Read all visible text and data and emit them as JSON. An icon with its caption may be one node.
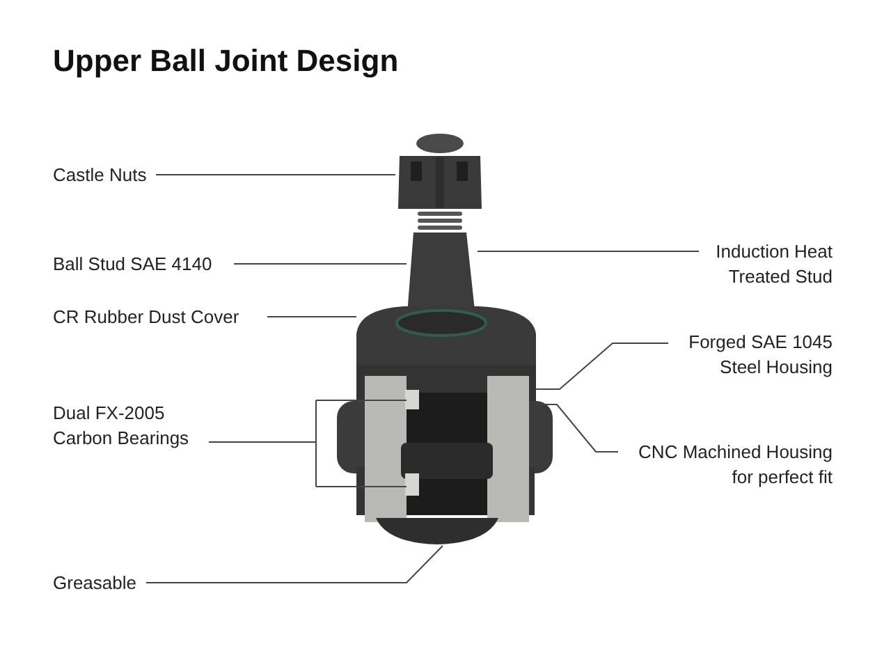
{
  "diagram": {
    "title": "Upper Ball Joint Design",
    "nodes": [
      {
        "text": [
          "Castle Nuts"
        ]
      },
      {
        "text": [
          "Ball Stud SAE 4140"
        ]
      },
      {
        "text": [
          "CR Rubber Dust Cover"
        ]
      },
      {
        "text": [
          "Dual FX-2005 Carbon Bearings"
        ]
      },
      {
        "text": [
          "Greasable"
        ]
      },
      {
        "text": [
          "Induction Heat Treated Stud"
        ]
      },
      {
        "text": [
          "Forged SAE 1045 Steel Housing"
        ]
      },
      {
        "text": [
          "CNC Machined Housing for perfect fit"
        ]
      }
    ],
    "edges": [
      {
        "from": 0,
        "to": null,
        "arrow": "none"
      },
      {
        "from": 1,
        "to": null,
        "arrow": "none"
      },
      {
        "from": 2,
        "to": null,
        "arrow": "none"
      },
      {
        "from": 3,
        "to": null,
        "arrow": "none"
      },
      {
        "from": 4,
        "to": null,
        "arrow": "none"
      },
      {
        "from": 5,
        "to": null,
        "arrow": "none"
      },
      {
        "from": 6,
        "to": null,
        "arrow": "none"
      },
      {
        "from": 7,
        "to": null,
        "arrow": "none"
      }
    ]
  }
}
